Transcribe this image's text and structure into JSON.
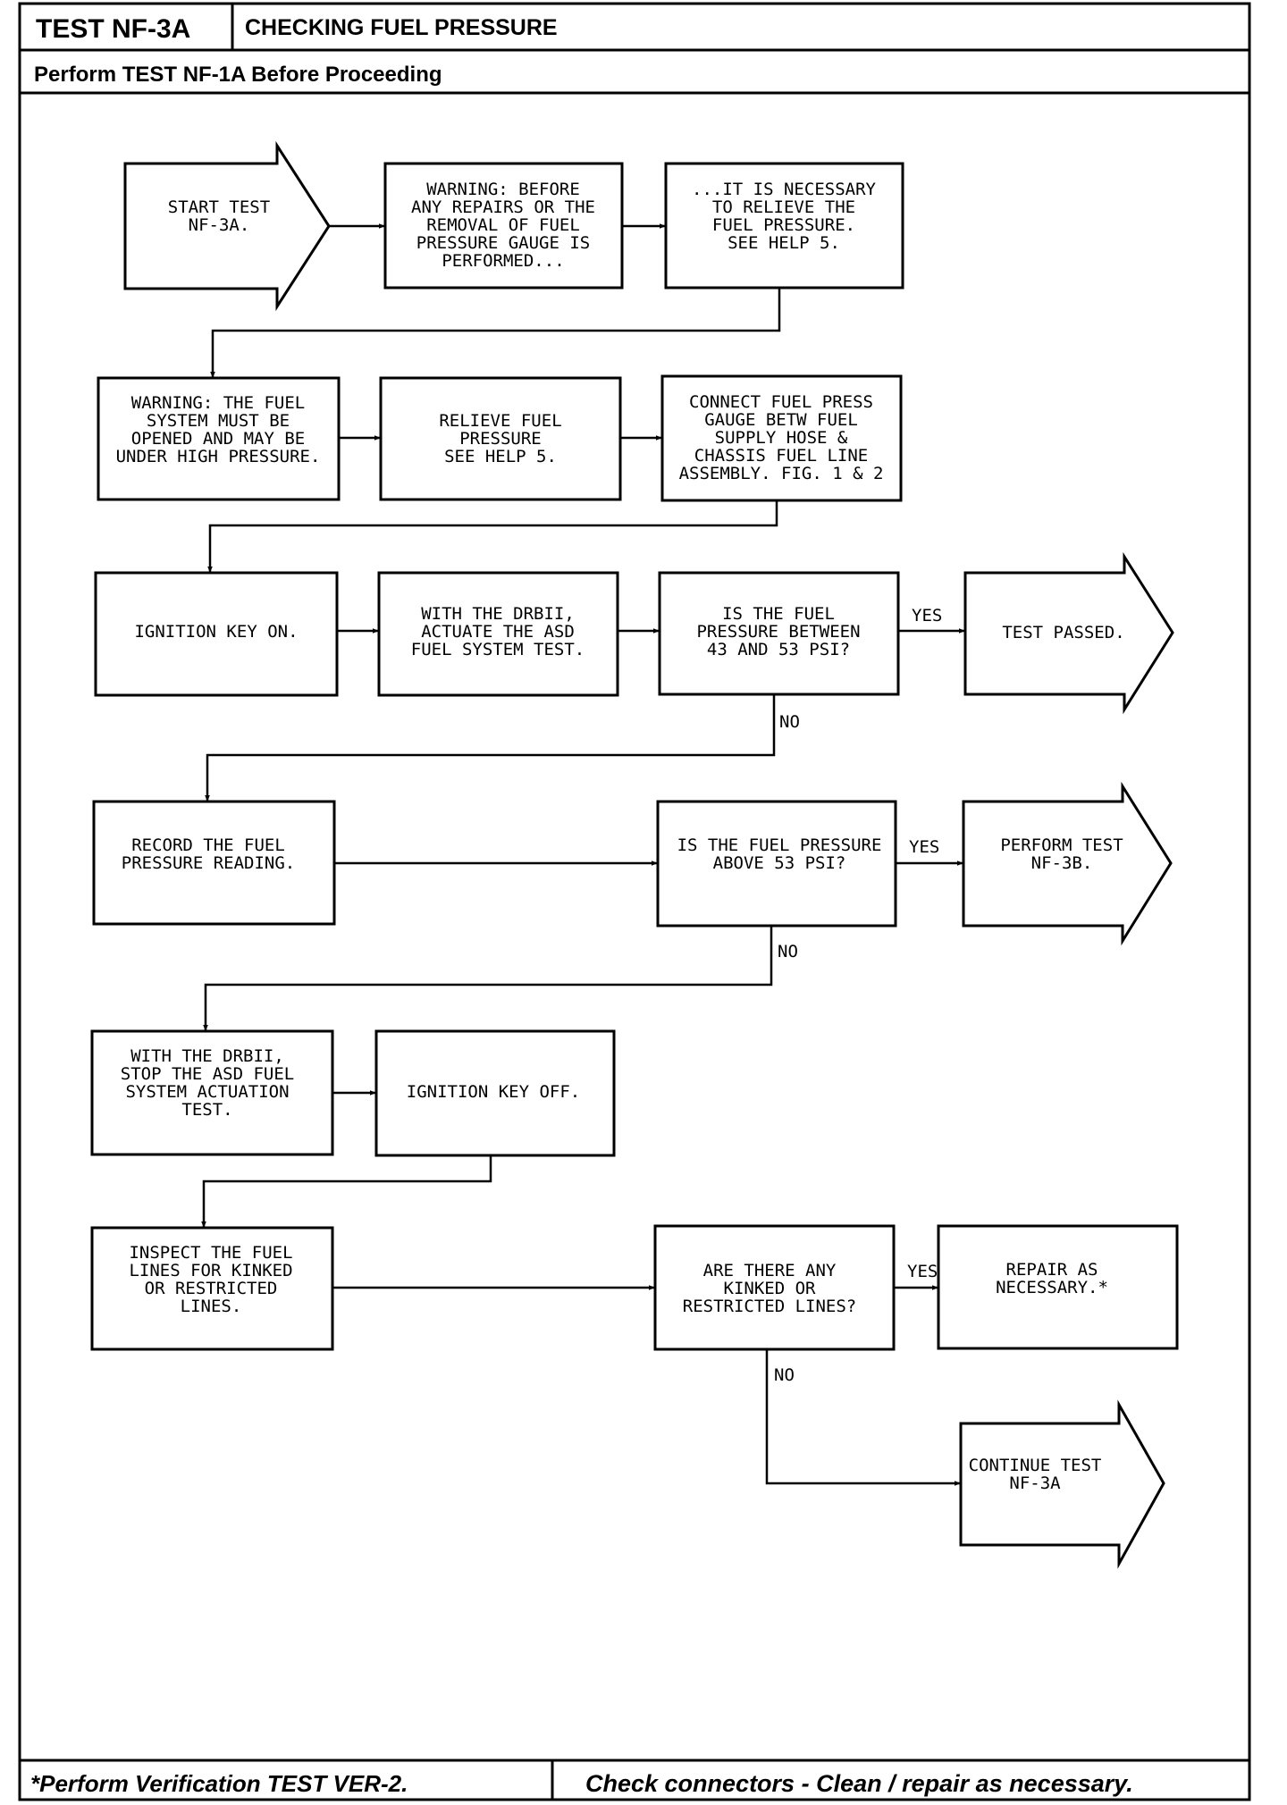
{
  "header": {
    "test_id": "TEST NF-3A",
    "title": "CHECKING FUEL PRESSURE",
    "prerequisite": "Perform TEST NF-1A Before Proceeding"
  },
  "nodes": {
    "start": [
      "START TEST",
      "NF-3A."
    ],
    "warn1": [
      "WARNING:  BEFORE",
      "ANY REPAIRS OR THE",
      "REMOVAL OF FUEL",
      "PRESSURE GAUGE IS",
      "PERFORMED..."
    ],
    "necessary": [
      "...IT IS NECESSARY",
      "TO RELIEVE THE",
      "FUEL PRESSURE.",
      "SEE HELP 5."
    ],
    "warn2": [
      "WARNING:  THE FUEL",
      "SYSTEM MUST BE",
      "OPENED AND MAY BE",
      "UNDER HIGH PRESSURE."
    ],
    "relieve": [
      "RELIEVE FUEL",
      "PRESSURE",
      "SEE HELP 5."
    ],
    "connect": [
      "CONNECT FUEL PRESS",
      "GAUGE BETW FUEL",
      "SUPPLY HOSE &",
      "CHASSIS FUEL LINE",
      "ASSEMBLY. FIG. 1 & 2"
    ],
    "key_on": [
      "IGNITION KEY ON."
    ],
    "actuate": [
      "WITH THE DRBII,",
      "ACTUATE THE ASD",
      "FUEL SYSTEM TEST."
    ],
    "between": [
      "IS THE FUEL",
      "PRESSURE BETWEEN",
      "43 AND 53 PSI?"
    ],
    "passed": [
      "TEST PASSED."
    ],
    "record": [
      "RECORD THE FUEL",
      "PRESSURE READING."
    ],
    "above": [
      "IS THE FUEL PRESSURE",
      "ABOVE 53 PSI?"
    ],
    "nf3b": [
      "PERFORM TEST",
      "NF-3B."
    ],
    "stop": [
      "WITH THE DRBII,",
      "STOP THE ASD FUEL",
      "SYSTEM ACTUATION",
      "TEST."
    ],
    "key_off": [
      "IGNITION KEY OFF."
    ],
    "inspect": [
      "INSPECT THE FUEL",
      "LINES FOR KINKED",
      "OR RESTRICTED",
      "LINES."
    ],
    "kinked": [
      "ARE THERE ANY",
      "KINKED OR",
      "RESTRICTED LINES?"
    ],
    "repair": [
      "REPAIR AS",
      "NECESSARY.*"
    ],
    "continue": [
      "CONTINUE TEST",
      "NF-3A"
    ]
  },
  "branch_labels": {
    "yes1": "YES",
    "no1": "NO",
    "yes2": "YES",
    "no2": "NO",
    "yes3": "YES",
    "no3": "NO"
  },
  "footer": {
    "note": "*Perform Verification TEST VER-2.",
    "instruction": "Check connectors - Clean / repair as necessary."
  }
}
